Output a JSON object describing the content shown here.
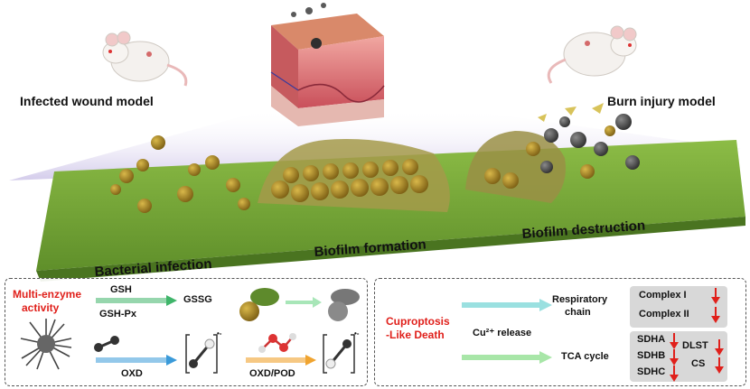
{
  "scene": {
    "model_left": "Infected wound model",
    "model_right": "Burn injury model",
    "stage_1": "Bacterial infection",
    "stage_2": "Biofilm formation",
    "stage_3": "Biofilm destruction"
  },
  "left_panel": {
    "title_line1": "Multi-enzyme",
    "title_line2": "activity",
    "gsh": "GSH",
    "gshpx": "GSH-Px",
    "gssg": "GSSG",
    "oxd": "OXD",
    "oxdpod": "OXD/POD",
    "superscript": "•-"
  },
  "right_panel": {
    "title_line1": "Cuproptosis",
    "title_line2": "-Like Death",
    "cu_release": "Cu²⁺ release",
    "respiratory_line1": "Respiratory",
    "respiratory_line2": "chain",
    "complex1": "Complex I",
    "complex2": "Complex II",
    "tca": "TCA cycle",
    "sdha": "SDHA",
    "sdhb": "SDHB",
    "sdhc": "SDHC",
    "dlst": "DLST",
    "cs": "CS"
  },
  "colors": {
    "accent_red": "#e0201b",
    "grass": "#7aa83a",
    "bacteria": "#b08e2a",
    "skin": "#e98a8a",
    "purple_haze": "#c9bfe6",
    "green_arrow": "#3fb56a",
    "blue_arrow": "#3a9ad9",
    "orange_arrow": "#f0a430"
  }
}
